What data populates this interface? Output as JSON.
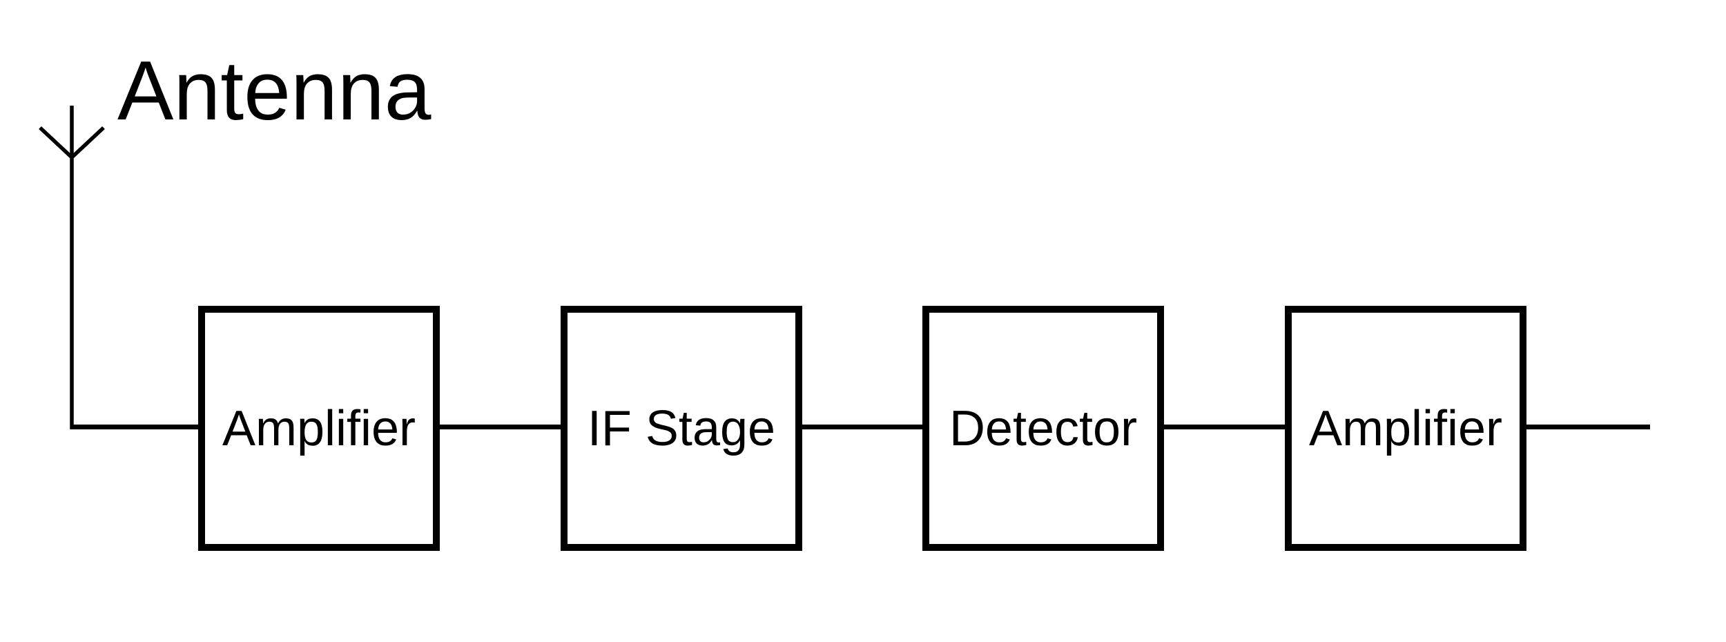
{
  "diagram": {
    "type": "block-diagram",
    "antenna_label": "Antenna",
    "blocks": [
      {
        "label": "Amplifier"
      },
      {
        "label": "IF Stage"
      },
      {
        "label": "Detector"
      },
      {
        "label": "Amplifier"
      }
    ],
    "connections": [
      "Antenna -> Amplifier",
      "Amplifier -> IF Stage",
      "IF Stage -> Detector",
      "Detector -> Amplifier",
      "Amplifier -> output"
    ],
    "colors": {
      "foreground": "#000000",
      "background": "#ffffff"
    }
  }
}
